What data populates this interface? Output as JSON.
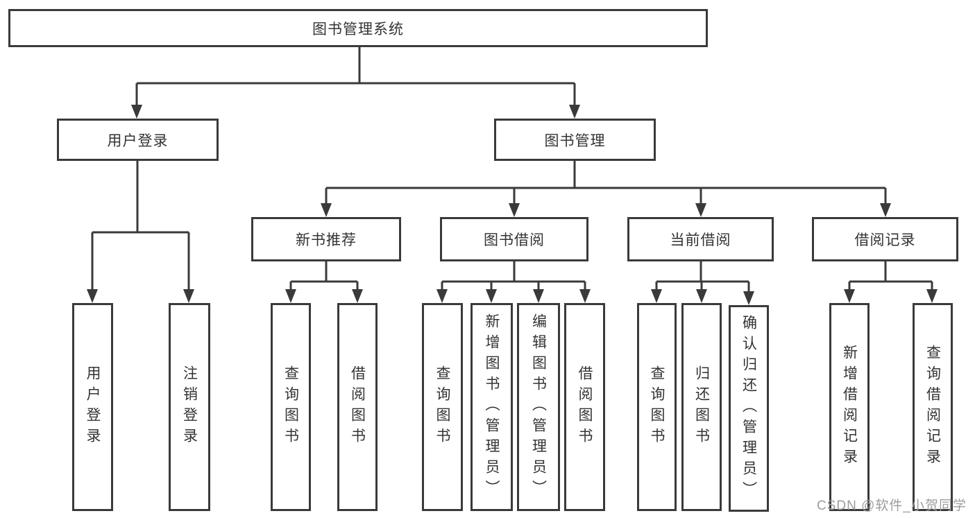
{
  "tree": {
    "label": "图书管理系统",
    "children": [
      {
        "label": "用户登录",
        "children": [
          {
            "label": "用户登录"
          },
          {
            "label": "注销登录"
          }
        ]
      },
      {
        "label": "图书管理",
        "children": [
          {
            "label": "新书推荐",
            "children": [
              {
                "label": "查询图书"
              },
              {
                "label": "借阅图书"
              }
            ]
          },
          {
            "label": "图书借阅",
            "children": [
              {
                "label": "查询图书"
              },
              {
                "label": "新增图书（管理员）"
              },
              {
                "label": "编辑图书（管理员）"
              },
              {
                "label": "借阅图书"
              }
            ]
          },
          {
            "label": "当前借阅",
            "children": [
              {
                "label": "查询图书"
              },
              {
                "label": "归还图书"
              },
              {
                "label": "确认归还（管理员）"
              }
            ]
          },
          {
            "label": "借阅记录",
            "children": [
              {
                "label": "新增借阅记录"
              },
              {
                "label": "查询借阅记录"
              }
            ]
          }
        ]
      }
    ]
  },
  "watermark": {
    "text": "CSDN @软件_小贺同学"
  },
  "colors": {
    "line": "#3a3a3a",
    "text": "#333333",
    "watermark": "#9c9c9c",
    "background": "#ffffff"
  }
}
